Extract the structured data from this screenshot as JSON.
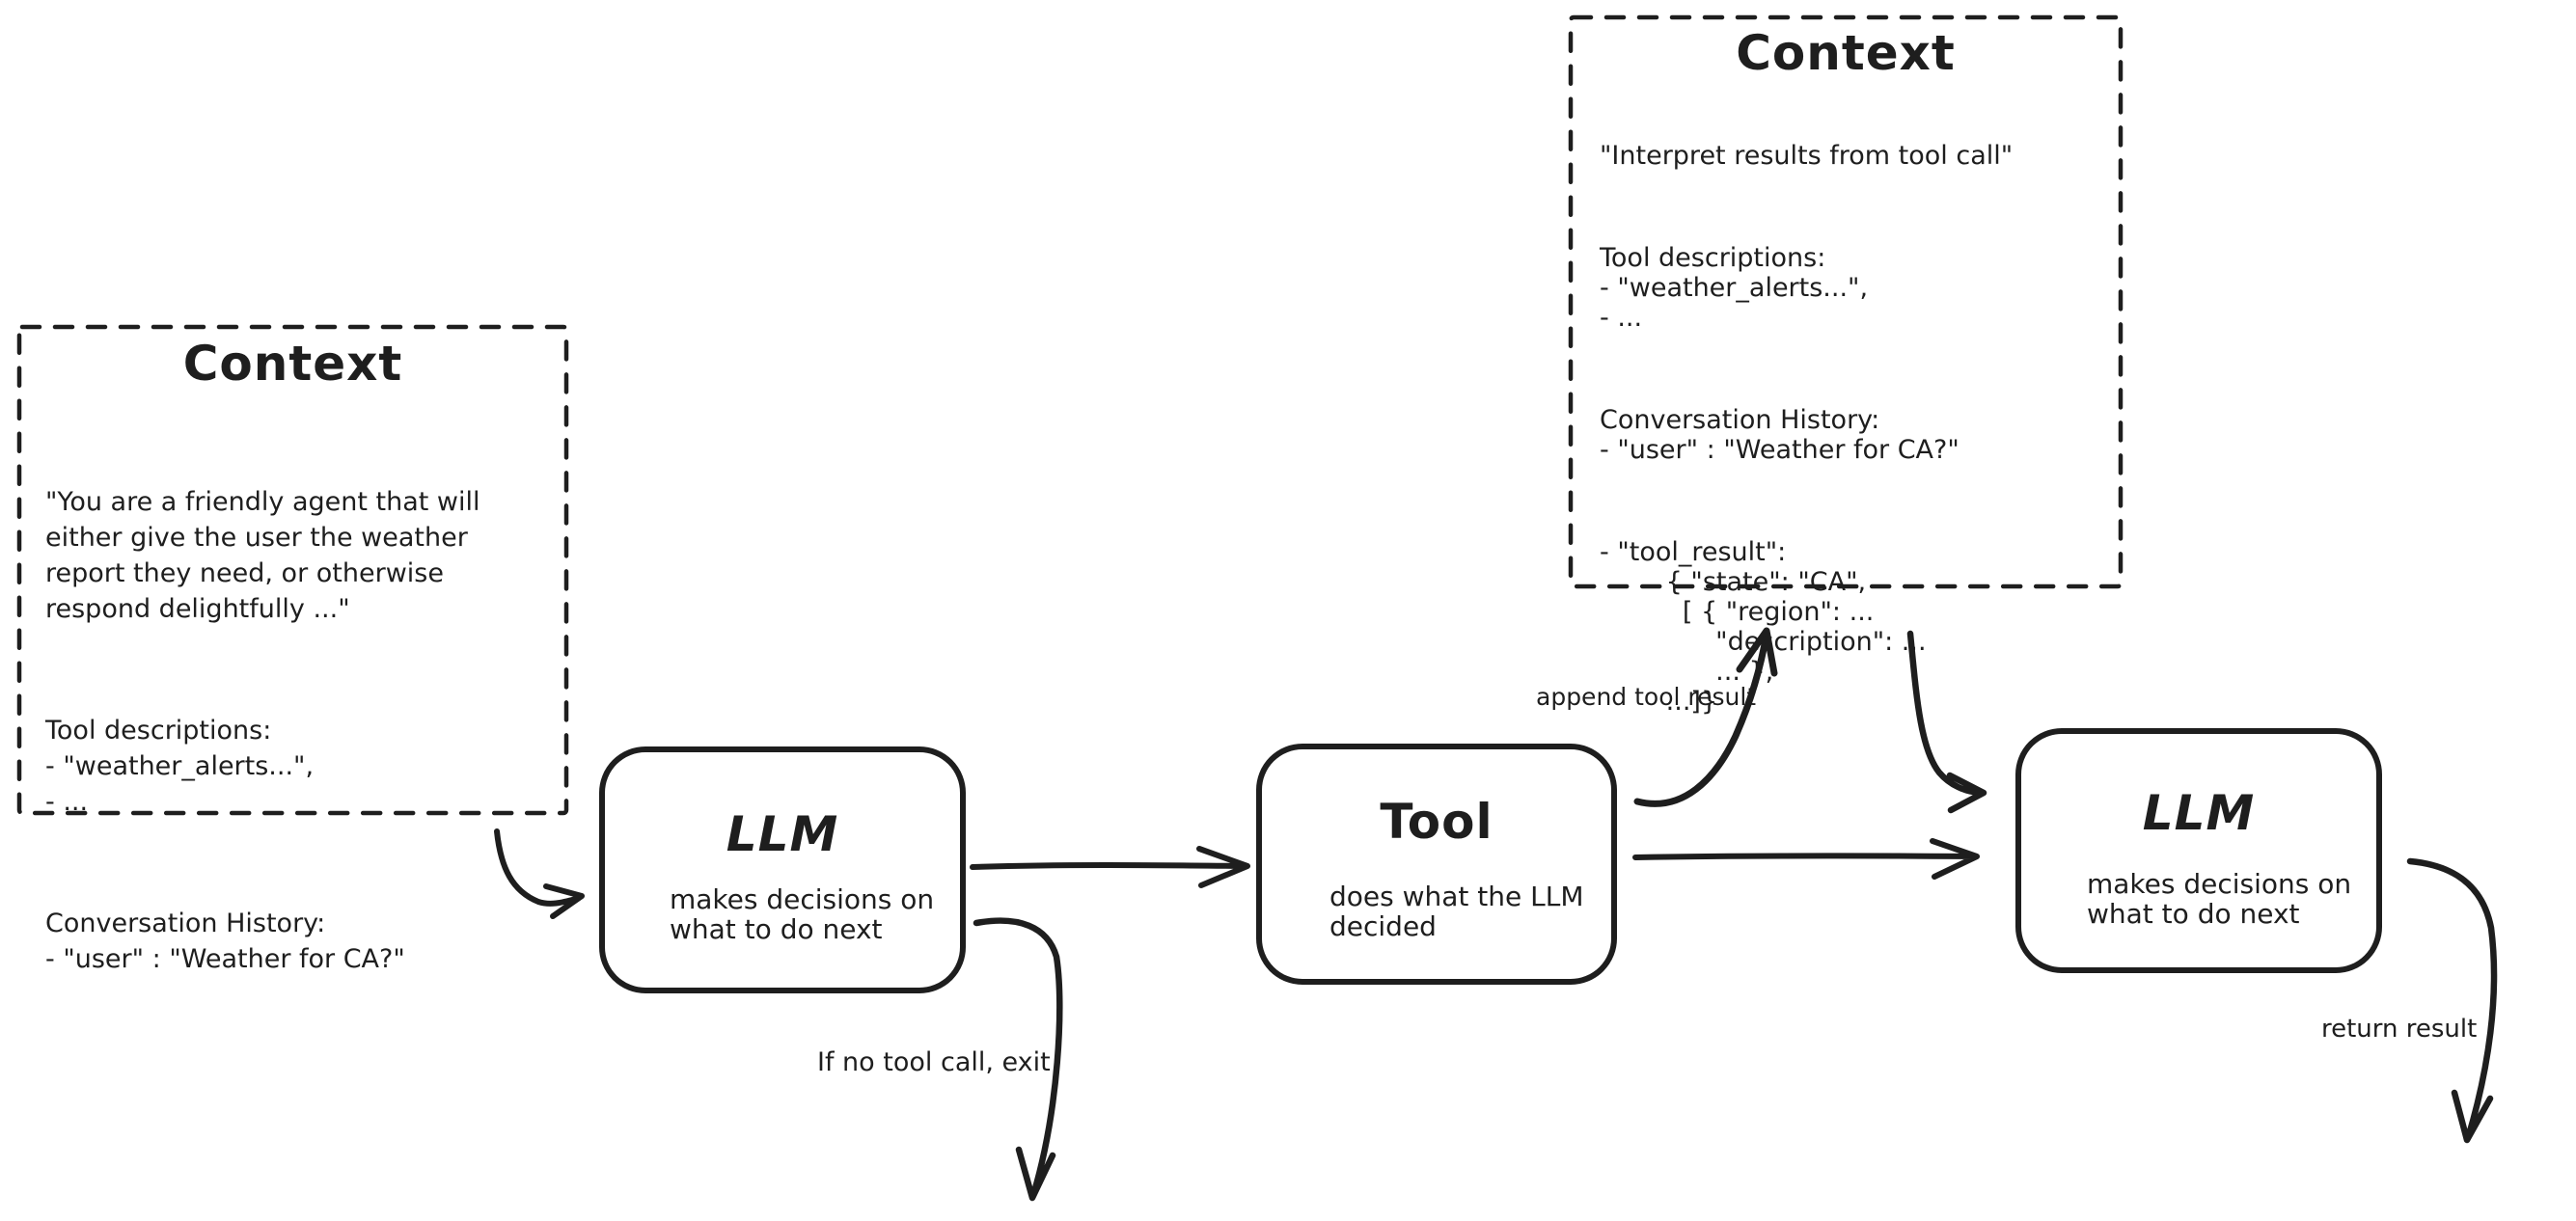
{
  "diagram": {
    "background": "#ffffff",
    "stroke_color": "#1e1e1e",
    "context_left": {
      "title": "Context",
      "sections": [
        "\"You are a friendly agent that will\neither give the user the weather\nreport they need, or otherwise\nrespond delightfully ...\"",
        "Tool descriptions:\n- \"weather_alerts...\",\n- ...",
        "Conversation History:\n- \"user\" : \"Weather for CA?\""
      ]
    },
    "context_top_right": {
      "title": "Context",
      "sections": [
        "\"Interpret results from tool call\"",
        "Tool descriptions:\n- \"weather_alerts...\",\n- ...",
        "Conversation History:\n- \"user\" : \"Weather for CA?\"",
        "- \"tool_result\":\n        { \"state\": \"CA\",\n          [ { \"region\": ...\n              \"description\": ...\n              ... },\n        ...]}"
      ]
    },
    "nodes": {
      "llm_1": {
        "title": "LLM",
        "subtitle": "makes decisions on\nwhat to do next"
      },
      "tool": {
        "title": "Tool",
        "subtitle": "does what the LLM\ndecided"
      },
      "llm_2": {
        "title": "LLM",
        "subtitle": "makes decisions on\nwhat to do next"
      }
    },
    "edge_labels": {
      "append_tool_result": "append tool result",
      "if_no_tool_call": "If no tool call, exit",
      "return_result": "return result"
    }
  }
}
